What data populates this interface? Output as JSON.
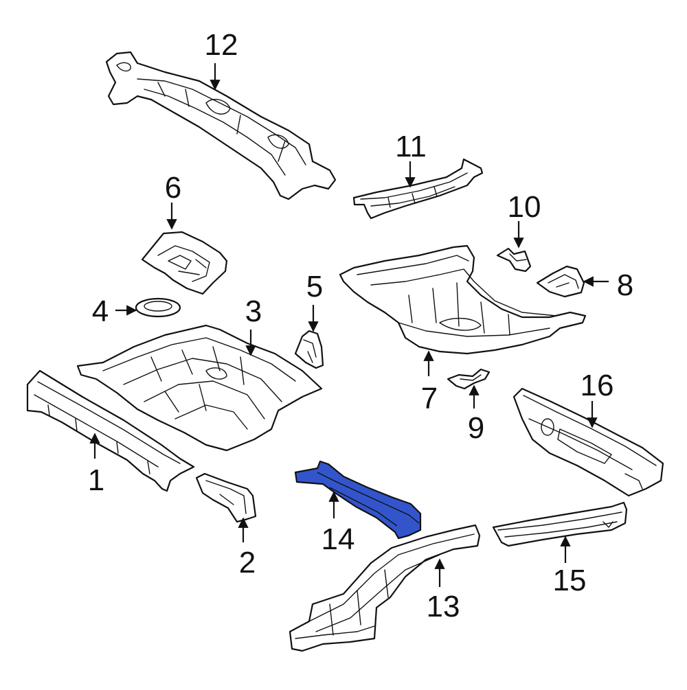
{
  "diagram": {
    "callouts": [
      {
        "id": "callout-1",
        "label": "1"
      },
      {
        "id": "callout-2",
        "label": "2"
      },
      {
        "id": "callout-3",
        "label": "3"
      },
      {
        "id": "callout-4",
        "label": "4"
      },
      {
        "id": "callout-5",
        "label": "5"
      },
      {
        "id": "callout-6",
        "label": "6"
      },
      {
        "id": "callout-7",
        "label": "7"
      },
      {
        "id": "callout-8",
        "label": "8"
      },
      {
        "id": "callout-9",
        "label": "9"
      },
      {
        "id": "callout-10",
        "label": "10"
      },
      {
        "id": "callout-11",
        "label": "11"
      },
      {
        "id": "callout-12",
        "label": "12"
      },
      {
        "id": "callout-13",
        "label": "13"
      },
      {
        "id": "callout-14",
        "label": "14"
      },
      {
        "id": "callout-15",
        "label": "15"
      },
      {
        "id": "callout-16",
        "label": "16"
      }
    ],
    "highlighted_part": "14",
    "colors": {
      "line": "#111111",
      "part_fill": "#ffffff",
      "highlight_fill": "#3355cc",
      "background": "#ffffff"
    }
  }
}
